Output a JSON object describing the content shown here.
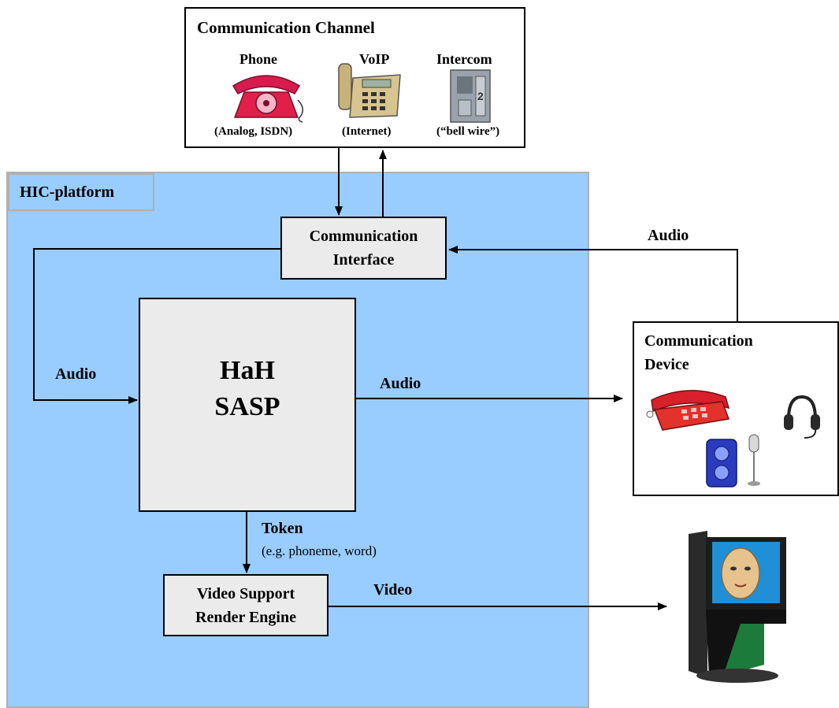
{
  "platform": {
    "label": "HIC-platform"
  },
  "channel": {
    "title": "Communication Channel",
    "items": [
      {
        "name": "Phone",
        "sub": "(Analog, ISDN)",
        "icon": "rotary-phone-icon"
      },
      {
        "name": "VoIP",
        "sub": "(Internet)",
        "icon": "voip-phone-icon"
      },
      {
        "name": "Intercom",
        "sub": "(“bell wire”)",
        "icon": "intercom-icon"
      }
    ]
  },
  "comm_interface": {
    "line1": "Communication",
    "line2": "Interface"
  },
  "sasp": {
    "line1": "HaH",
    "line2": "SASP"
  },
  "video_engine": {
    "line1": "Video Support",
    "line2": "Render Engine"
  },
  "device": {
    "line1": "Communication",
    "line2": "Device"
  },
  "edges": {
    "audio_left": "Audio",
    "audio_right": "Audio",
    "audio_top": "Audio",
    "token": "Token",
    "token_sub": "(e.g. phoneme, word)",
    "video": "Video"
  },
  "icons": {
    "device": [
      "desk-phone-icon",
      "headset-icon",
      "speaker-icon",
      "microphone-icon"
    ],
    "monitor": "avatar-monitor-icon"
  },
  "colors": {
    "platform": "#99ccff",
    "box_fill": "#ebebeb",
    "phone_red": "#e0204a"
  }
}
